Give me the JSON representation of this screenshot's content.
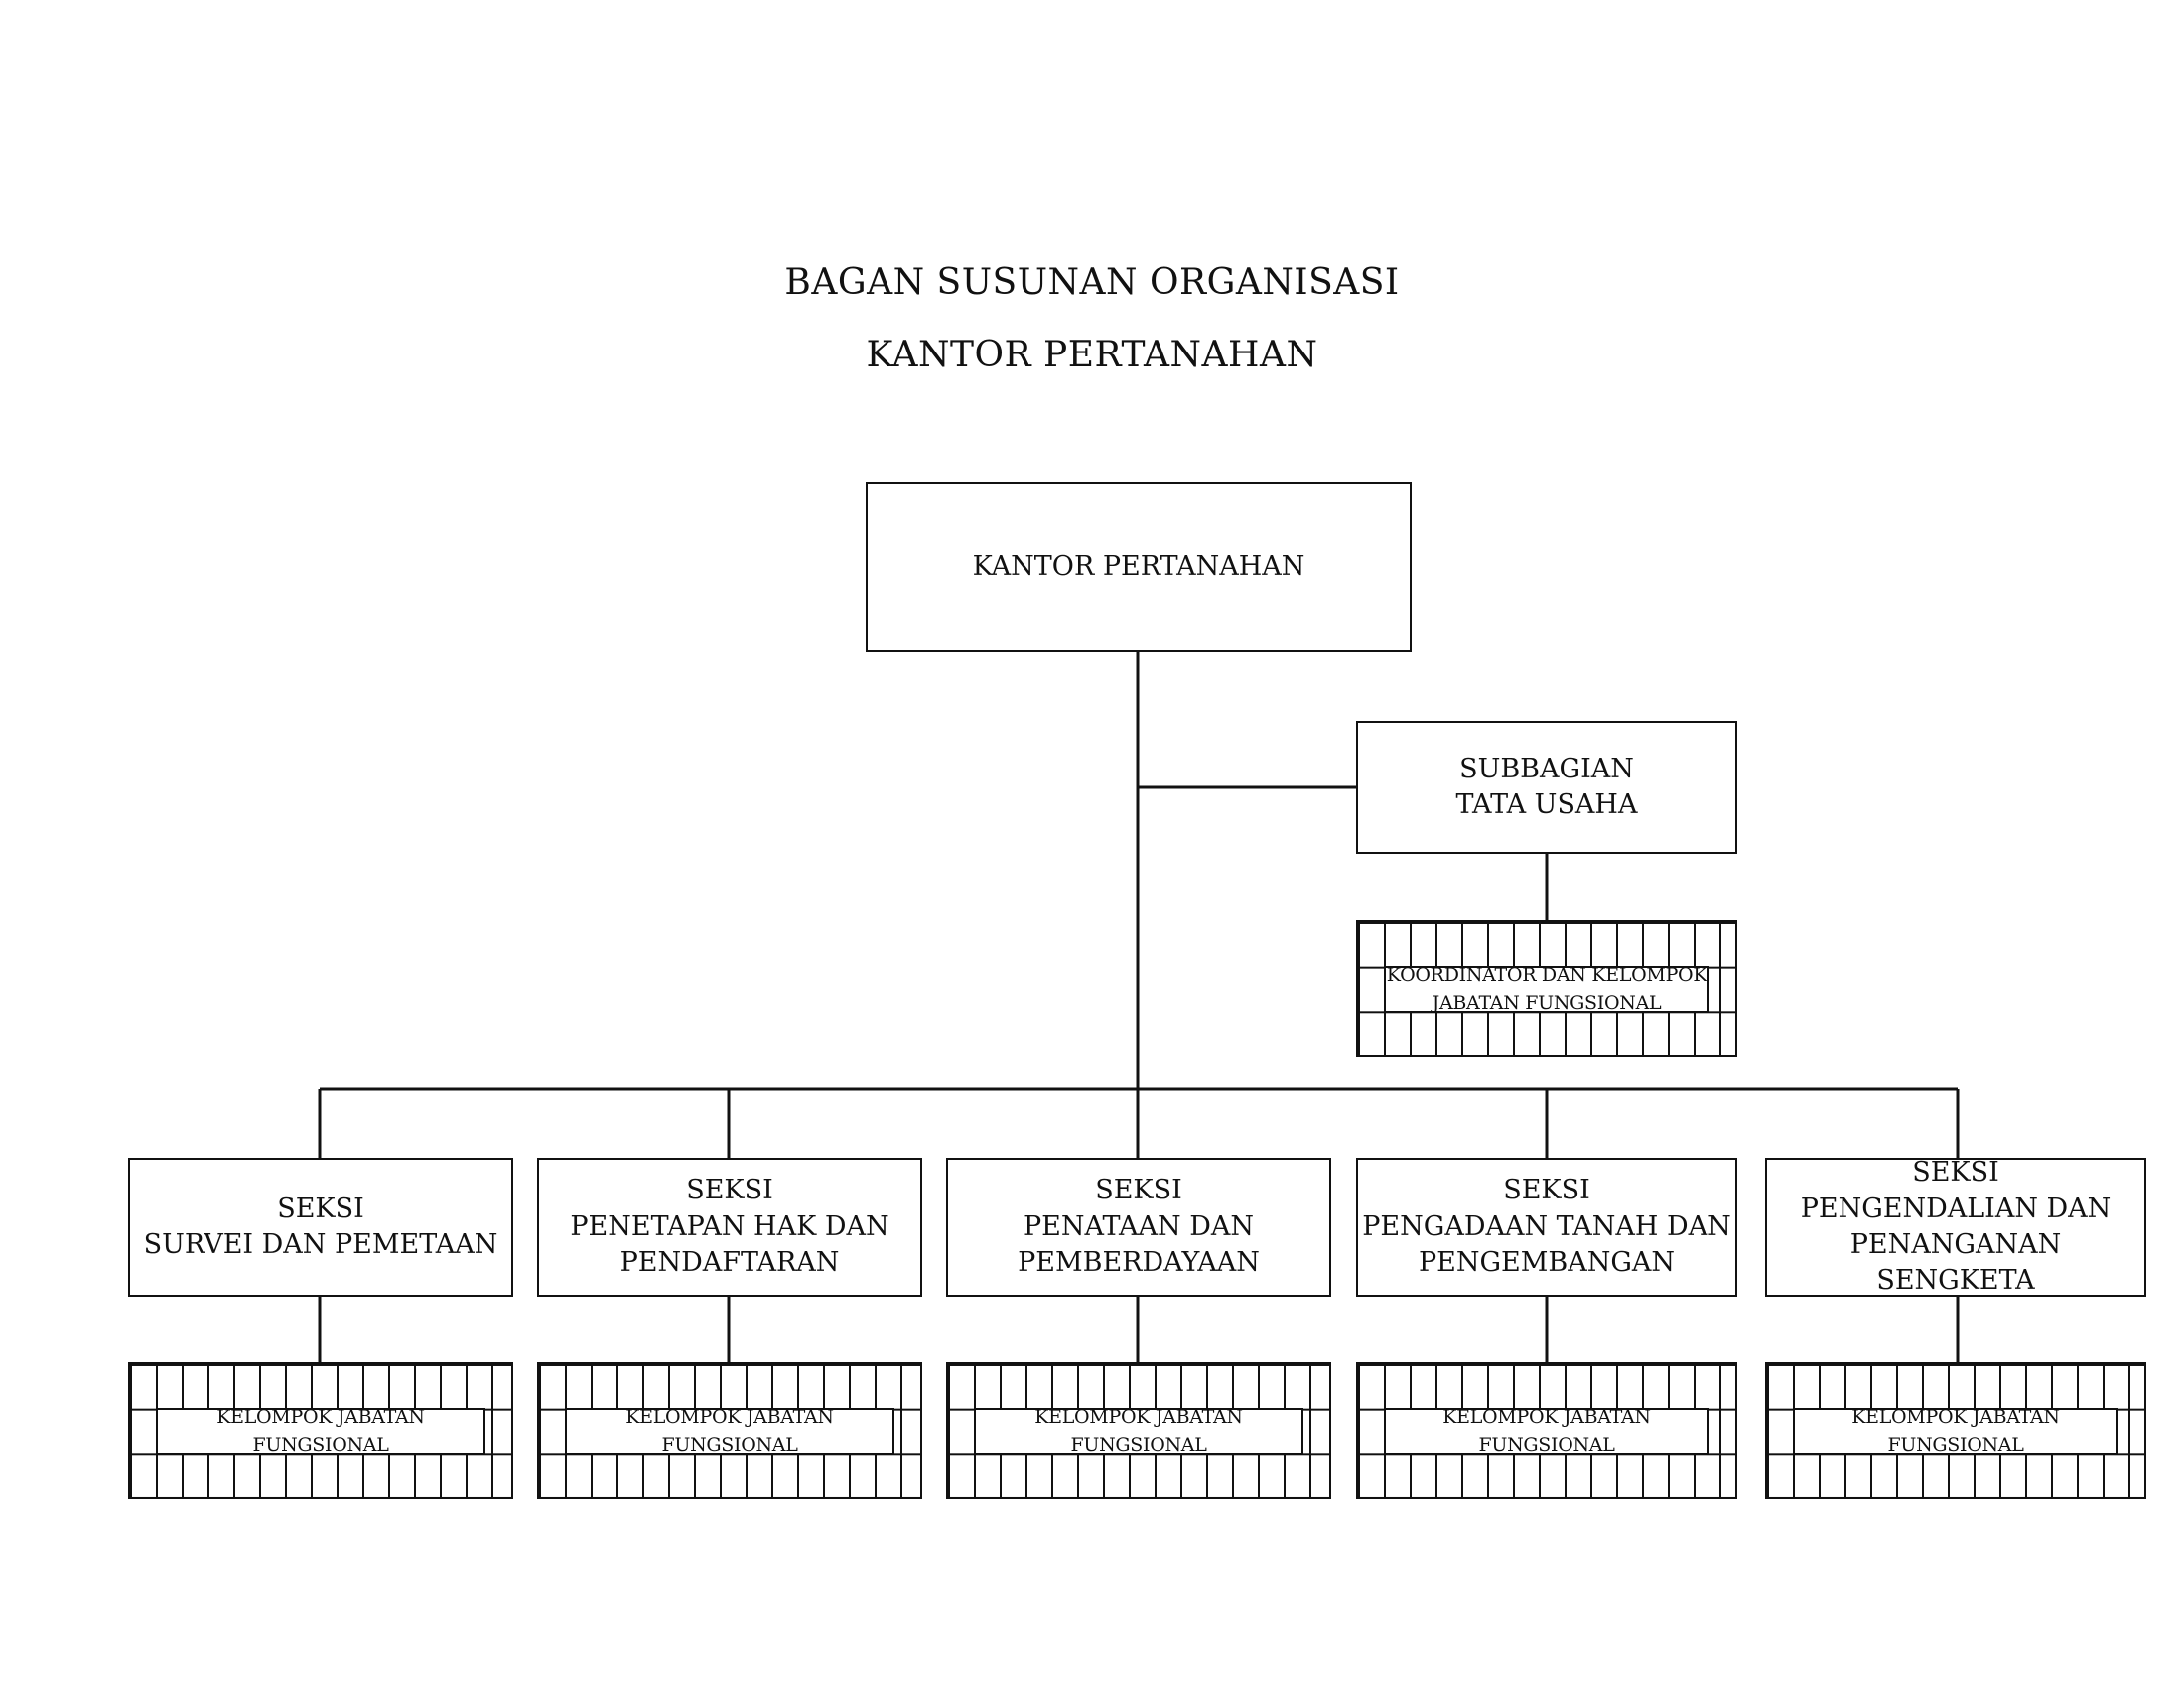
{
  "title": {
    "line1": "BAGAN SUSUNAN ORGANISASI",
    "line2": "KANTOR PERTANAHAN"
  },
  "head": {
    "label": "KANTOR PERTANAHAN"
  },
  "subbagian": {
    "line1": "SUBBAGIAN",
    "line2": "TATA USAHA"
  },
  "koordinator": {
    "line1": "KOORDINATOR DAN KELOMPOK",
    "line2": "JABATAN FUNGSIONAL"
  },
  "sections": [
    {
      "line1": "SEKSI",
      "line2": "SURVEI DAN PEMETAAN",
      "line3": ""
    },
    {
      "line1": "SEKSI",
      "line2": "PENETAPAN HAK DAN",
      "line3": "PENDAFTARAN"
    },
    {
      "line1": "SEKSI",
      "line2": "PENATAAN DAN",
      "line3": "PEMBERDAYAAN"
    },
    {
      "line1": "SEKSI",
      "line2": "PENGADAAN TANAH DAN",
      "line3": "PENGEMBANGAN"
    },
    {
      "line1": "SEKSI",
      "line2": "PENGENDALIAN DAN",
      "line3": "PENANGANAN SENGKETA"
    }
  ],
  "functional_groups": [
    {
      "line1": "KELOMPOK JABATAN",
      "line2": "FUNGSIONAL"
    },
    {
      "line1": "KELOMPOK JABATAN",
      "line2": "FUNGSIONAL"
    },
    {
      "line1": "KELOMPOK JABATAN",
      "line2": "FUNGSIONAL"
    },
    {
      "line1": "KELOMPOK JABATAN",
      "line2": "FUNGSIONAL"
    },
    {
      "line1": "KELOMPOK JABATAN",
      "line2": "FUNGSIONAL"
    }
  ]
}
